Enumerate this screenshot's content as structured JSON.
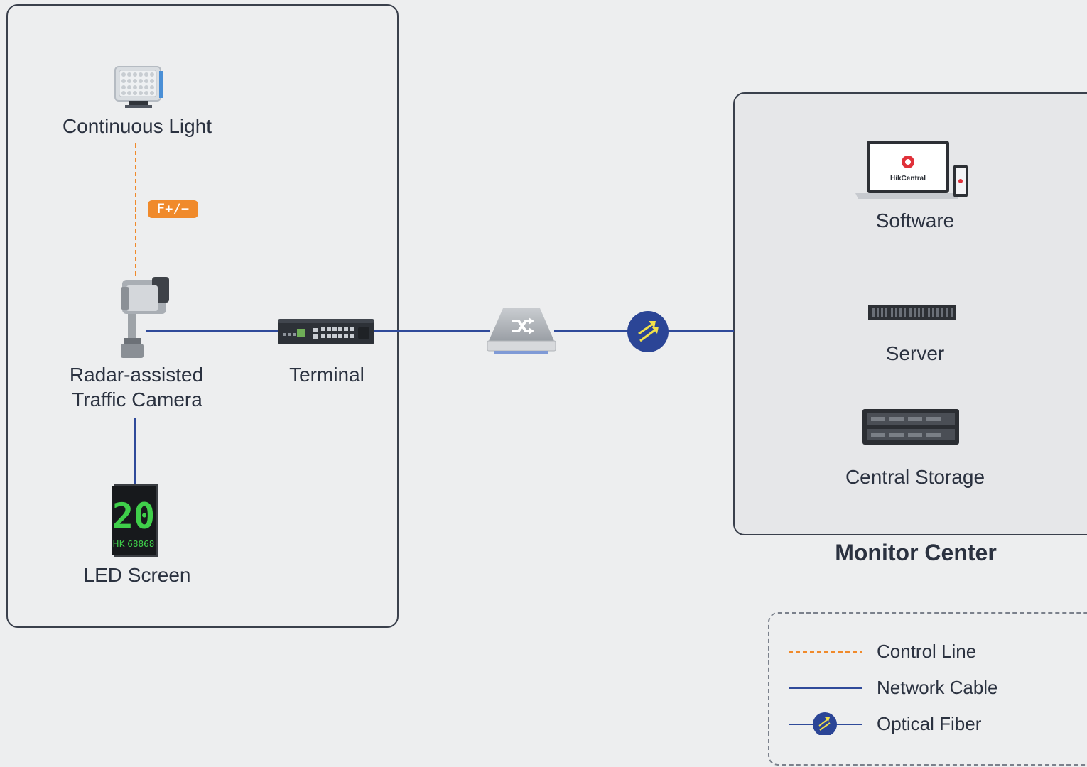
{
  "devices": {
    "continuous_light": "Continuous Light",
    "camera_line1": "Radar-assisted",
    "camera_line2": "Traffic Camera",
    "terminal": "Terminal",
    "led_screen": "LED Screen",
    "led_digits": "20",
    "led_plate": "HK 68868",
    "software": "Software",
    "software_brand": "HikCentral",
    "server": "Server",
    "central_storage": "Central Storage"
  },
  "control_badge": "F+/−",
  "monitor_center_title": "Monitor Center",
  "legend": {
    "control_line": "Control Line",
    "network_cable": "Network Cable",
    "optical_fiber": "Optical Fiber"
  },
  "colors": {
    "control_line": "#f08a2b",
    "network_cable": "#2f4a9a",
    "fiber_node": "#2b4596",
    "fiber_arrow": "#f2e14a",
    "led_digits": "#3fcf4a"
  }
}
